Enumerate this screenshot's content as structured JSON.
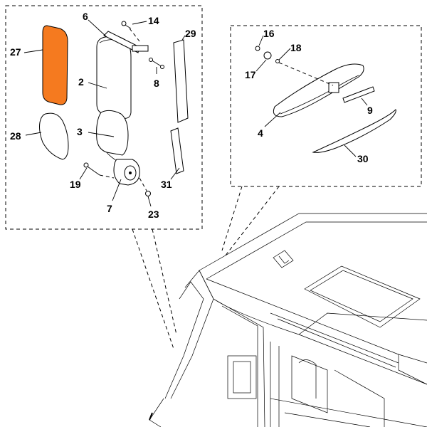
{
  "diagram": {
    "highlight_color": "#f57a1f",
    "labels": {
      "p27": "27",
      "p6": "6",
      "p14": "14",
      "p29": "29",
      "p2": "2",
      "p8": "8",
      "p28": "28",
      "p3": "3",
      "p19": "19",
      "p7": "7",
      "p31": "31",
      "p23": "23",
      "p16": "16",
      "p18": "18",
      "p17": "17",
      "p9": "9",
      "p4": "4",
      "p30": "30"
    }
  }
}
